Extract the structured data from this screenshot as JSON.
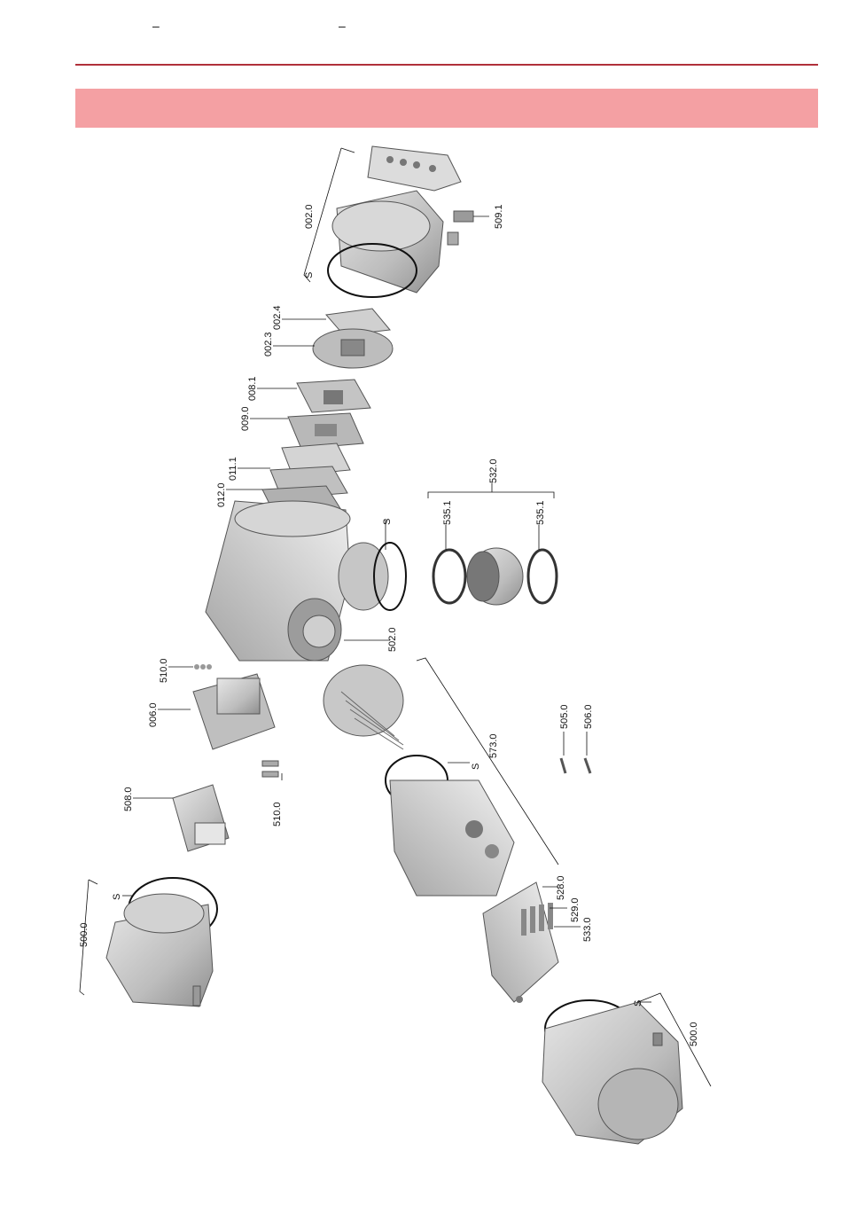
{
  "header": {
    "dash_left": "–",
    "dash_right": "–"
  },
  "labels": {
    "l_002_0": "002.0",
    "l_509_1": "509.1",
    "s_1": "S",
    "l_002_4": "002.4",
    "l_002_3": "002.3",
    "l_008_1": "008.1",
    "l_009_0": "009.0",
    "l_011_1": "011.1",
    "l_012_0": "012.0",
    "s_2": "S",
    "l_532_0": "532.0",
    "l_535_1a": "535.1",
    "l_535_1b": "535.1",
    "l_502_0": "502.0",
    "l_510_0a": "510.0",
    "l_006_0": "006.0",
    "l_573_0": "573.0",
    "s_3": "S",
    "l_505_0": "505.0",
    "l_506_0": "506.0",
    "l_510_0b": "510.0",
    "l_508_0": "508.0",
    "l_500_0a": "500.0",
    "s_4": "S",
    "l_528_0": "528.0",
    "l_529_0": "529.0",
    "l_533_0": "533.0",
    "s_5": "S",
    "l_500_0b": "500.0"
  },
  "colors": {
    "rule": "#b0303a",
    "banner": "#f4a0a3",
    "part_fill": "#c9c9c9",
    "part_dark": "#9a9a9a"
  }
}
